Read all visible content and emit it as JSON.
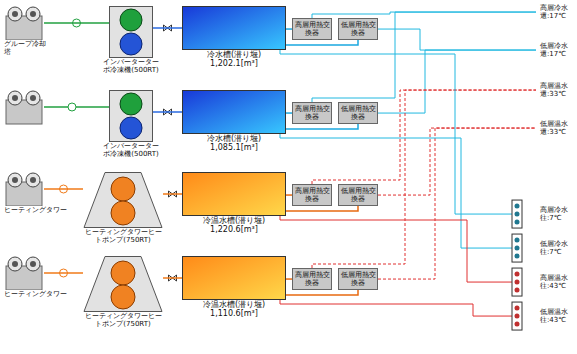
{
  "diagram": {
    "nodes": [
      {
        "text": [
          "グループ冷却塔"
        ]
      },
      {
        "text": [
          "インバーターターボ冷凍機(500RT)"
        ]
      },
      {
        "text": [
          "冷水槽(潜り堰)",
          "1,202.1[m³]"
        ]
      },
      {
        "text": [
          "高層用熱交換器"
        ]
      },
      {
        "text": [
          "低層用熱交換器"
        ]
      },
      {
        "text": [
          "インバーターターボ冷凍機(500RT)"
        ]
      },
      {
        "text": [
          "冷水槽(潜り堰)",
          "1,085.1[m³]"
        ]
      },
      {
        "text": [
          "高層用熱交換器"
        ]
      },
      {
        "text": [
          "低層用熱交換器"
        ]
      },
      {
        "text": [
          "ヒーティングタワー"
        ]
      },
      {
        "text": [
          "ヒーティングタワーヒートポンプ(750RT)"
        ]
      },
      {
        "text": [
          "冷温水槽(潜り堰)",
          "1,220.6[m³]"
        ]
      },
      {
        "text": [
          "高層用熱交換器"
        ]
      },
      {
        "text": [
          "低層用熱交換器"
        ]
      },
      {
        "text": [
          "ヒーティングタワー"
        ]
      },
      {
        "text": [
          "ヒーティングタワーヒートポンプ(750RT)"
        ]
      },
      {
        "text": [
          "冷温水槽(潜り堰)",
          "1,110.6[m³]"
        ]
      },
      {
        "text": [
          "高層用熱交換器"
        ]
      },
      {
        "text": [
          "低層用熱交換器"
        ]
      }
    ],
    "edges": [
      {
        "from": 0,
        "to": 1,
        "arrow": "none"
      },
      {
        "from": 1,
        "to": 2,
        "arrow": "none"
      },
      {
        "from": 2,
        "to": 3,
        "arrow": "none"
      },
      {
        "from": 2,
        "to": 4,
        "arrow": "none"
      },
      {
        "from": 5,
        "to": 6,
        "arrow": "none"
      },
      {
        "from": 6,
        "to": 7,
        "arrow": "none"
      },
      {
        "from": 6,
        "to": 8,
        "arrow": "none"
      },
      {
        "from": 9,
        "to": 10,
        "arrow": "none"
      },
      {
        "from": 10,
        "to": 11,
        "arrow": "none"
      },
      {
        "from": 11,
        "to": 12,
        "arrow": "none"
      },
      {
        "from": 11,
        "to": 13,
        "arrow": "none"
      },
      {
        "from": 14,
        "to": 15,
        "arrow": "none"
      },
      {
        "from": 15,
        "to": 16,
        "arrow": "none"
      },
      {
        "from": 16,
        "to": 17,
        "arrow": "none"
      },
      {
        "from": 16,
        "to": 18,
        "arrow": "none"
      }
    ],
    "labels": [
      "高層冷水還:17℃",
      "低層冷水還:17℃",
      "高層温水還:33℃",
      "低層温水還:33℃",
      "高層冷水往:7℃",
      "低層冷水往:7℃",
      "高層温水往:43℃",
      "低層温水往:43℃"
    ]
  }
}
